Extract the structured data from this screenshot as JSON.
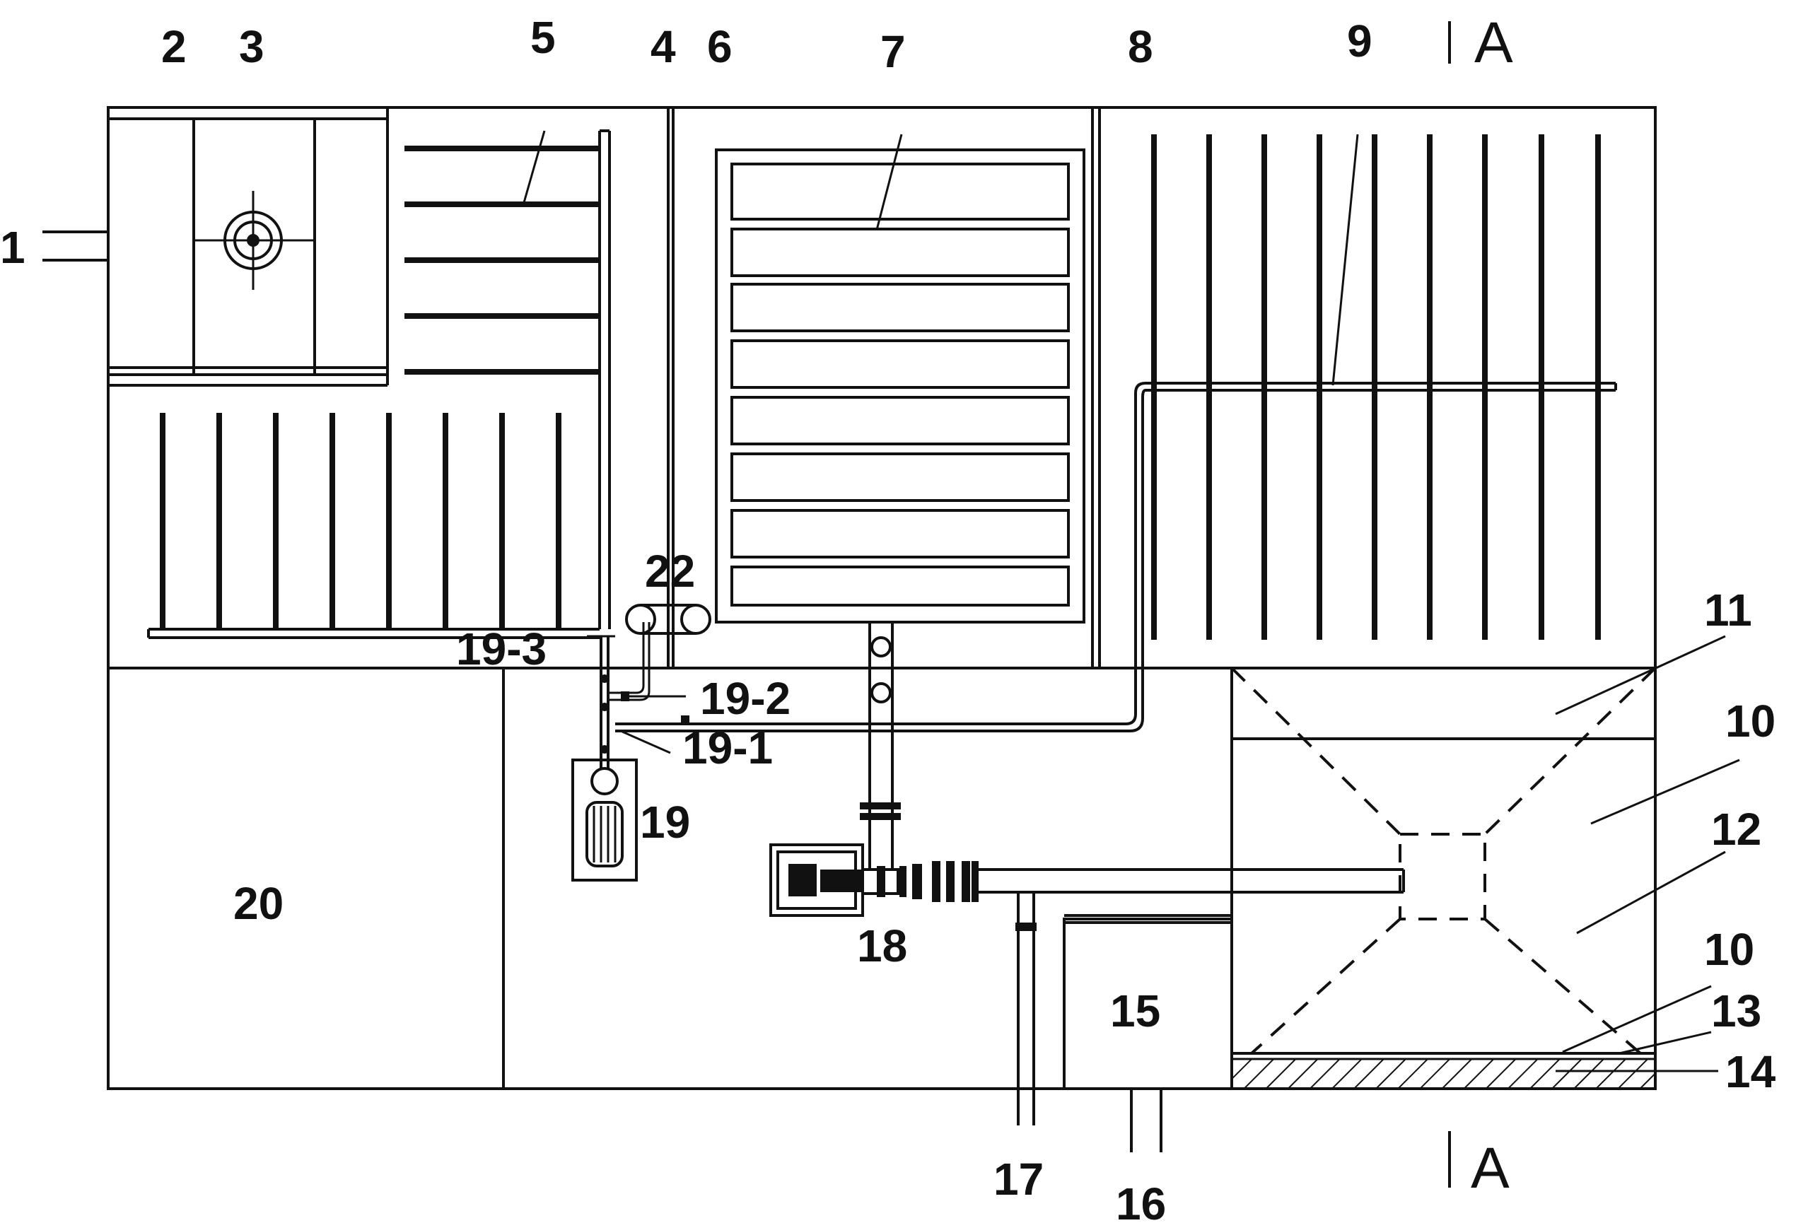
{
  "labels": {
    "l1": "1",
    "l2": "2",
    "l3": "3",
    "l4": "4",
    "l5": "5",
    "l6": "6",
    "l7": "7",
    "l8": "8",
    "l9": "9",
    "l10a": "10",
    "l10b": "10",
    "l11": "11",
    "l12": "12",
    "l13": "13",
    "l14": "14",
    "l15": "15",
    "l16": "16",
    "l17": "17",
    "l18": "18",
    "l19": "19",
    "l19_1": "19-1",
    "l19_2": "19-2",
    "l19_3": "19-3",
    "l20": "20",
    "l22": "22"
  },
  "section_marks": {
    "top": "A",
    "bottom": "A"
  }
}
